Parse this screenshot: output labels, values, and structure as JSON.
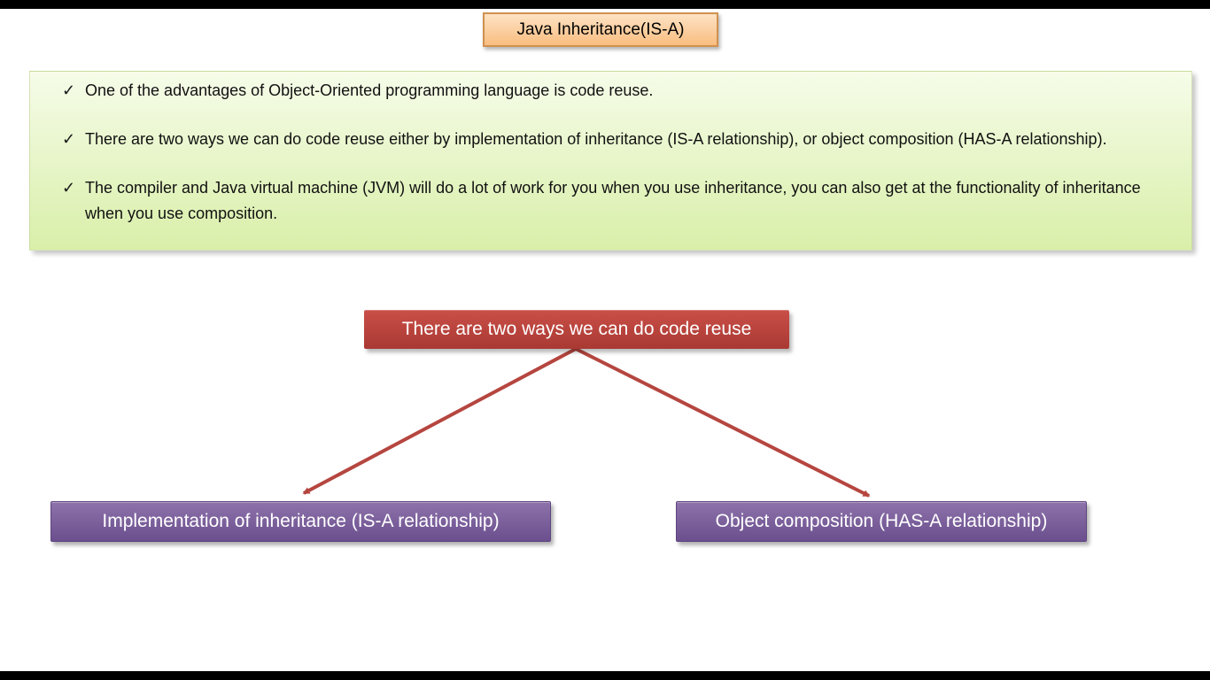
{
  "slide": {
    "title": "Java Inheritance(IS-A)",
    "bullet_icon": "✓",
    "bullets": [
      "One of the advantages of Object-Oriented programming language is code reuse.",
      "There are two ways we can do code reuse either by implementation of inheritance (IS-A relationship), or object composition (HAS-A relationship).",
      "The compiler and Java virtual machine (JVM) will do a lot of work for you when you use inheritance, you can also get at the functionality of inheritance when you use composition."
    ],
    "diagram": {
      "root": "There are two ways we can do code reuse",
      "left_child": "Implementation of inheritance (IS-A relationship)",
      "right_child": "Object composition (HAS-A relationship)"
    },
    "colors": {
      "title_fill_top": "#fde3c4",
      "title_fill_bottom": "#f9bd80",
      "title_border": "#d0914f",
      "notes_fill_top": "#f6fce9",
      "notes_fill_bottom": "#d9efa9",
      "root_fill_top": "#ca4f48",
      "root_fill_bottom": "#a93933",
      "child_fill_top": "#8d72aa",
      "child_fill_bottom": "#6b4f8e",
      "arrow": "#b5463f"
    }
  }
}
